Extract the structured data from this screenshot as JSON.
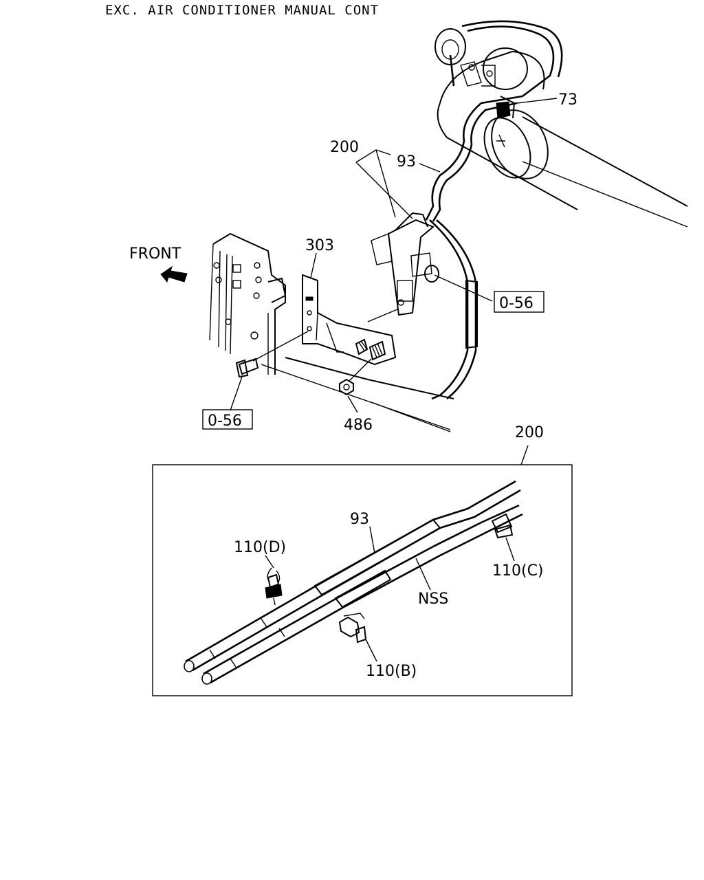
{
  "title": "EXC. AIR CONDITIONER MANUAL CONT",
  "direction_label": "FRONT",
  "callouts": {
    "p73": "73",
    "p200_top": "200",
    "p93_top": "93",
    "p303": "303",
    "ref_right": "0-56",
    "ref_left": "0-56",
    "p486": "486",
    "p200_detail": "200",
    "p93_detail": "93",
    "p110d": "110(D)",
    "p110c": "110(C)",
    "nss": "NSS",
    "p110b": "110(B)"
  }
}
